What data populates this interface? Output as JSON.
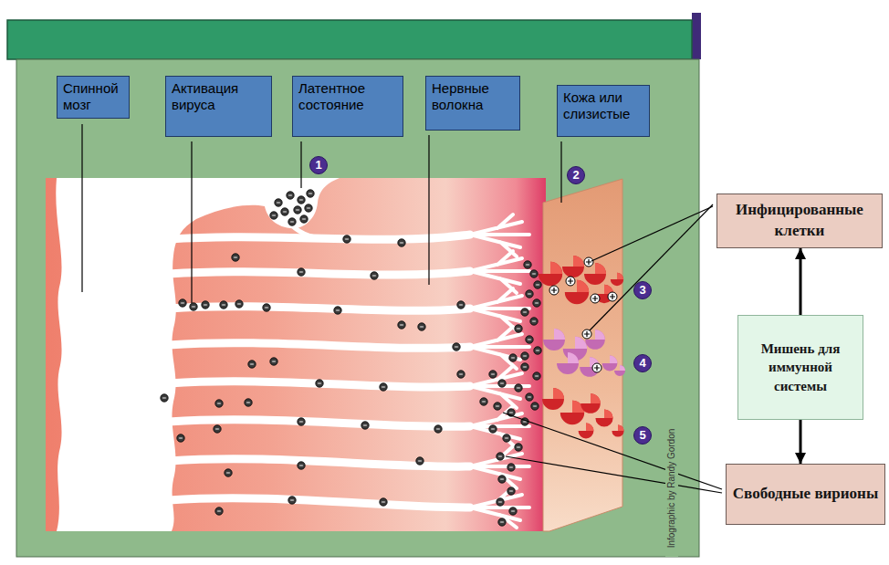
{
  "diagram": {
    "nodes": [
      {
        "text": [
          "Спинной мозг"
        ]
      },
      {
        "text": [
          "Активация вируса"
        ]
      },
      {
        "text": [
          "Латентное состояние"
        ]
      },
      {
        "text": [
          "Нервные волокна"
        ]
      },
      {
        "text": [
          "Кожа или слизистые"
        ]
      },
      {
        "text": [
          "Инфицированные клетки"
        ]
      },
      {
        "text": [
          "Мишень для иммунной системы"
        ]
      },
      {
        "text": [
          "Свободные вирионы"
        ]
      }
    ],
    "edges": [
      {
        "from": 6,
        "to": 5,
        "arrow": "to"
      },
      {
        "from": 6,
        "to": 7,
        "arrow": "to"
      }
    ],
    "labels": [
      "1",
      "2",
      "3",
      "4",
      "5",
      "Infographic by Randy Gordon"
    ]
  }
}
